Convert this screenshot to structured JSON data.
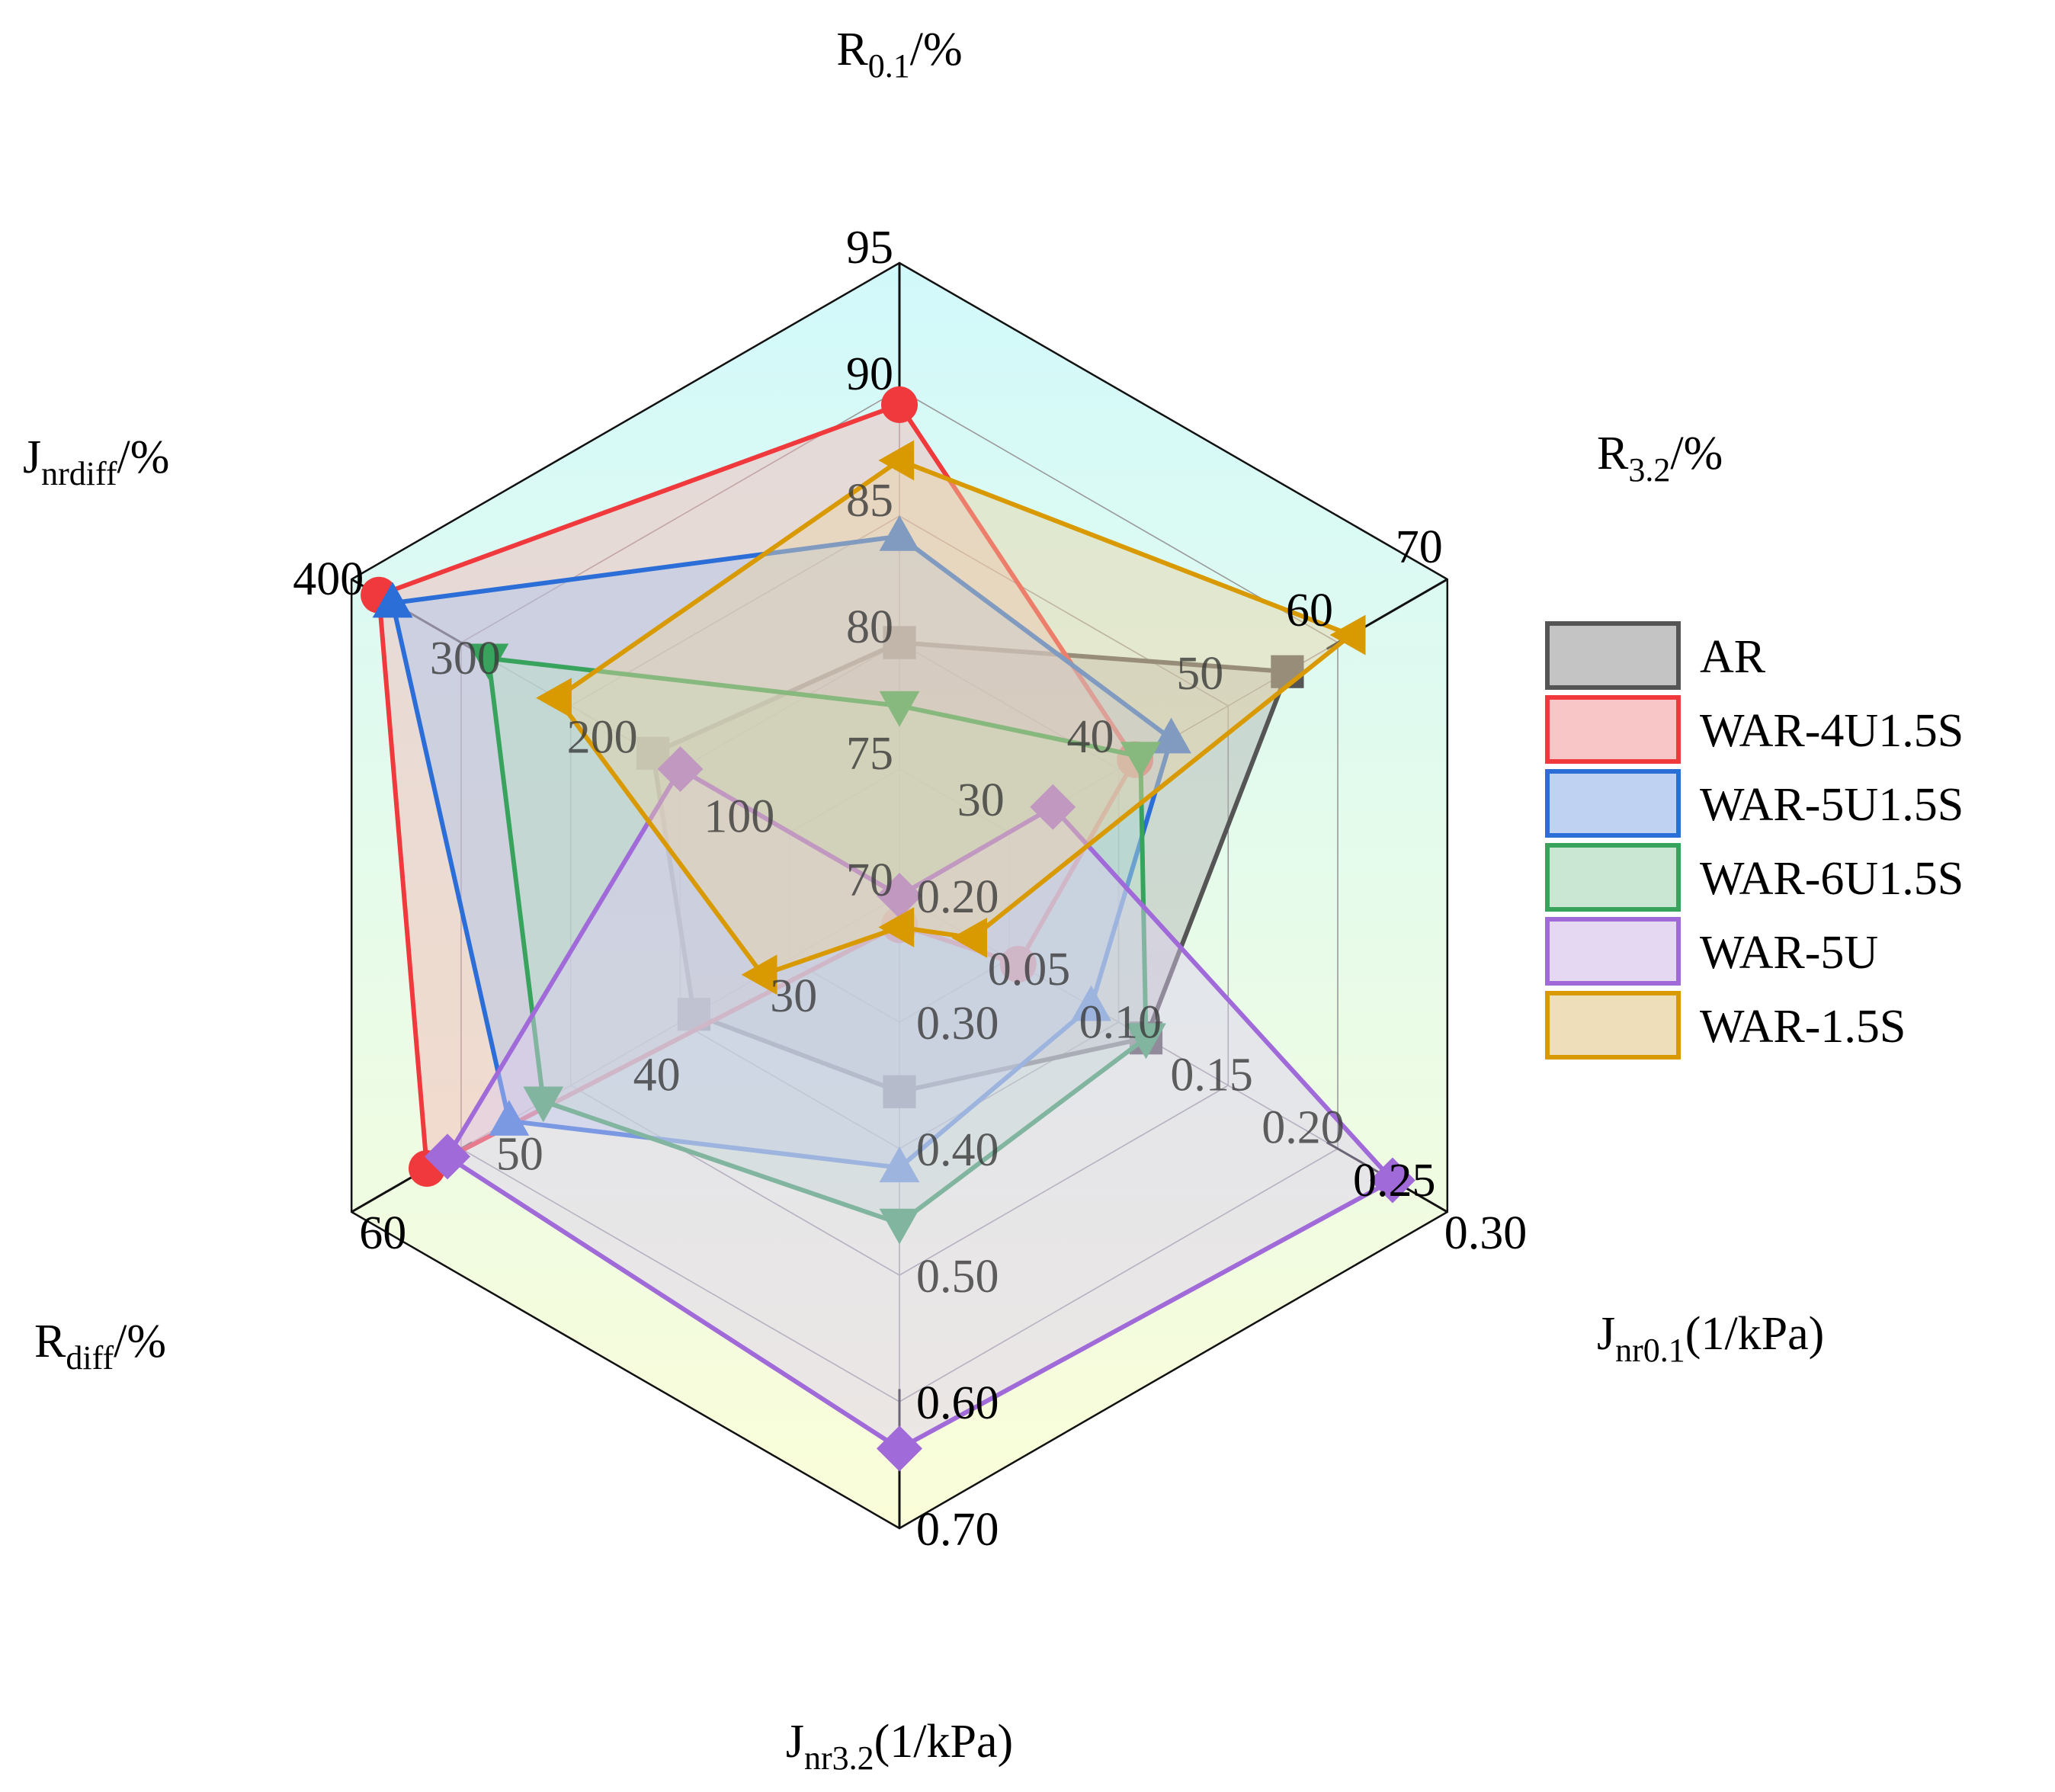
{
  "chart_data": {
    "type": "radar",
    "grid": true,
    "legend_position": "right",
    "axes": [
      {
        "key": "r01",
        "label": "R",
        "sub": "0.1",
        "suffix": "/%",
        "min": 70,
        "max": 95,
        "ticks": [
          "70",
          "75",
          "80",
          "85",
          "90",
          "95"
        ],
        "tick_values": [
          70,
          75,
          80,
          85,
          90,
          95
        ]
      },
      {
        "key": "r32",
        "label": "R",
        "sub": "3.2",
        "suffix": "/%",
        "min": 20,
        "max": 70,
        "ticks": [
          "30",
          "40",
          "50",
          "60",
          "70"
        ],
        "tick_values": [
          30,
          40,
          50,
          60,
          70
        ]
      },
      {
        "key": "jnr01",
        "label": "J",
        "sub": "nr0.1",
        "suffix": "(1/kPa)",
        "min": 0.0,
        "max": 0.3,
        "ticks": [
          "0.05",
          "0.10",
          "0.15",
          "0.20",
          "0.25",
          "0.30"
        ],
        "tick_values": [
          0.05,
          0.1,
          0.15,
          0.2,
          0.25,
          0.3
        ]
      },
      {
        "key": "jnr32",
        "label": "J",
        "sub": "nr3.2",
        "suffix": "(1/kPa)",
        "min": 0.2,
        "max": 0.7,
        "ticks": [
          "0.20",
          "0.30",
          "0.40",
          "0.50",
          "0.60",
          "0.70"
        ],
        "tick_values": [
          0.2,
          0.3,
          0.4,
          0.5,
          0.6,
          0.7
        ]
      },
      {
        "key": "rdiff",
        "label": "R",
        "sub": "diff",
        "suffix": "/%",
        "min": 20,
        "max": 60,
        "ticks": [
          "30",
          "40",
          "50",
          "60"
        ],
        "tick_values": [
          30,
          40,
          50,
          60
        ]
      },
      {
        "key": "jnrdiff",
        "label": "J",
        "sub": "nrdiff",
        "suffix": "/%",
        "min": 0,
        "max": 400,
        "ticks": [
          "100",
          "200",
          "300",
          "400"
        ],
        "tick_values": [
          100,
          200,
          300,
          400
        ]
      }
    ],
    "series": [
      {
        "name": "AR",
        "color": "#555555",
        "fill": "#b0b0b0",
        "marker": "square",
        "values": [
          80.0,
          55.4,
          0.135,
          0.355,
          35.0,
          180
        ]
      },
      {
        "name": "WAR-4U1.5S",
        "color": "#f0393c",
        "fill": "#f5b3b3",
        "marker": "circle",
        "values": [
          89.4,
          41.5,
          0.065,
          0.223,
          54.5,
          380
        ]
      },
      {
        "name": "WAR-5U1.5S",
        "color": "#2c6ed8",
        "fill": "#aac3ee",
        "marker": "triangle-up",
        "values": [
          84.2,
          44.8,
          0.105,
          0.415,
          48.5,
          370
        ]
      },
      {
        "name": "WAR-6U1.5S",
        "color": "#37a35d",
        "fill": "#b8dfc5",
        "marker": "triangle-down",
        "values": [
          77.5,
          42.0,
          0.135,
          0.459,
          46.0,
          300
        ]
      },
      {
        "name": "WAR-5U",
        "color": "#a06ad8",
        "fill": "#dccbef",
        "marker": "diamond",
        "values": [
          70.0,
          34.0,
          0.27,
          0.637,
          53.0,
          160
        ]
      },
      {
        "name": "WAR-1.5S",
        "color": "#d89a00",
        "fill": "#e8d3a3",
        "marker": "triangle-left",
        "values": [
          87.2,
          61.2,
          0.04,
          0.225,
          30.0,
          250
        ]
      }
    ]
  }
}
